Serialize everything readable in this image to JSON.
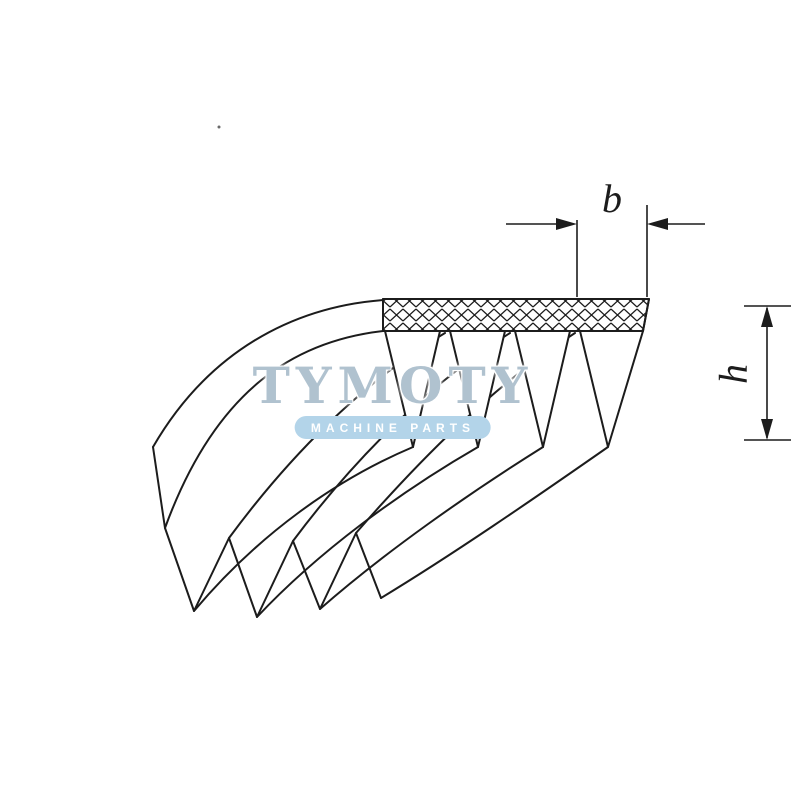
{
  "dimensions": {
    "width_label": "b",
    "height_label": "h"
  },
  "watermark": {
    "brand": "TYMOTY",
    "tagline": "MACHINE PARTS"
  },
  "colors": {
    "background": "#ffffff",
    "line": "#1c1c1c",
    "watermark_text": "#b0c2cf",
    "tagline_background": "#b3d4e9",
    "tagline_text": "#ffffff"
  }
}
